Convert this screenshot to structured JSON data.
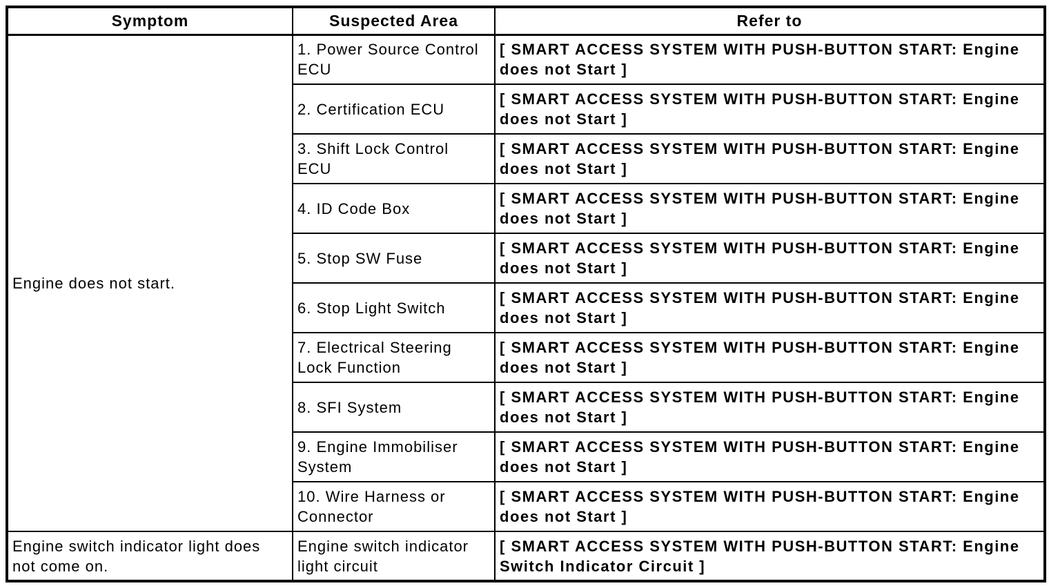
{
  "table": {
    "headers": [
      "Symptom",
      "Suspected Area",
      "Refer to"
    ],
    "groups": [
      {
        "symptom": "Engine does not start.",
        "rows": [
          {
            "suspected_area": "1. Power Source Control ECU",
            "refer_to": "[ SMART ACCESS SYSTEM WITH PUSH-BUTTON START: Engine does not Start ]"
          },
          {
            "suspected_area": "2. Certification ECU",
            "refer_to": "[ SMART ACCESS SYSTEM WITH PUSH-BUTTON START: Engine does not Start ]"
          },
          {
            "suspected_area": "3. Shift Lock Control ECU",
            "refer_to": "[ SMART ACCESS SYSTEM WITH PUSH-BUTTON START: Engine does not Start ]"
          },
          {
            "suspected_area": "4. ID Code Box",
            "refer_to": "[ SMART ACCESS SYSTEM WITH PUSH-BUTTON START: Engine does not Start ]"
          },
          {
            "suspected_area": "5. Stop SW Fuse",
            "refer_to": "[ SMART ACCESS SYSTEM WITH PUSH-BUTTON START: Engine does not Start ]"
          },
          {
            "suspected_area": "6. Stop Light Switch",
            "refer_to": "[ SMART ACCESS SYSTEM WITH PUSH-BUTTON START: Engine does not Start ]"
          },
          {
            "suspected_area": "7. Electrical Steering Lock Function",
            "refer_to": "[ SMART ACCESS SYSTEM WITH PUSH-BUTTON START: Engine does not Start ]"
          },
          {
            "suspected_area": "8. SFI System",
            "refer_to": "[ SMART ACCESS SYSTEM WITH PUSH-BUTTON START: Engine does not Start ]"
          },
          {
            "suspected_area": "9. Engine Immobiliser System",
            "refer_to": "[ SMART ACCESS SYSTEM WITH PUSH-BUTTON START: Engine does not Start ]"
          },
          {
            "suspected_area": "10. Wire Harness or Connector",
            "refer_to": "[ SMART ACCESS SYSTEM WITH PUSH-BUTTON START: Engine does not Start ]"
          }
        ]
      },
      {
        "symptom": "Engine switch indicator light does not come on.",
        "rows": [
          {
            "suspected_area": "Engine switch indicator light circuit",
            "refer_to": "[ SMART ACCESS SYSTEM WITH PUSH-BUTTON START: Engine Switch Indicator Circuit ]"
          }
        ]
      }
    ]
  },
  "colors": {
    "border": "#000000",
    "text": "#000000",
    "background": "#ffffff"
  }
}
